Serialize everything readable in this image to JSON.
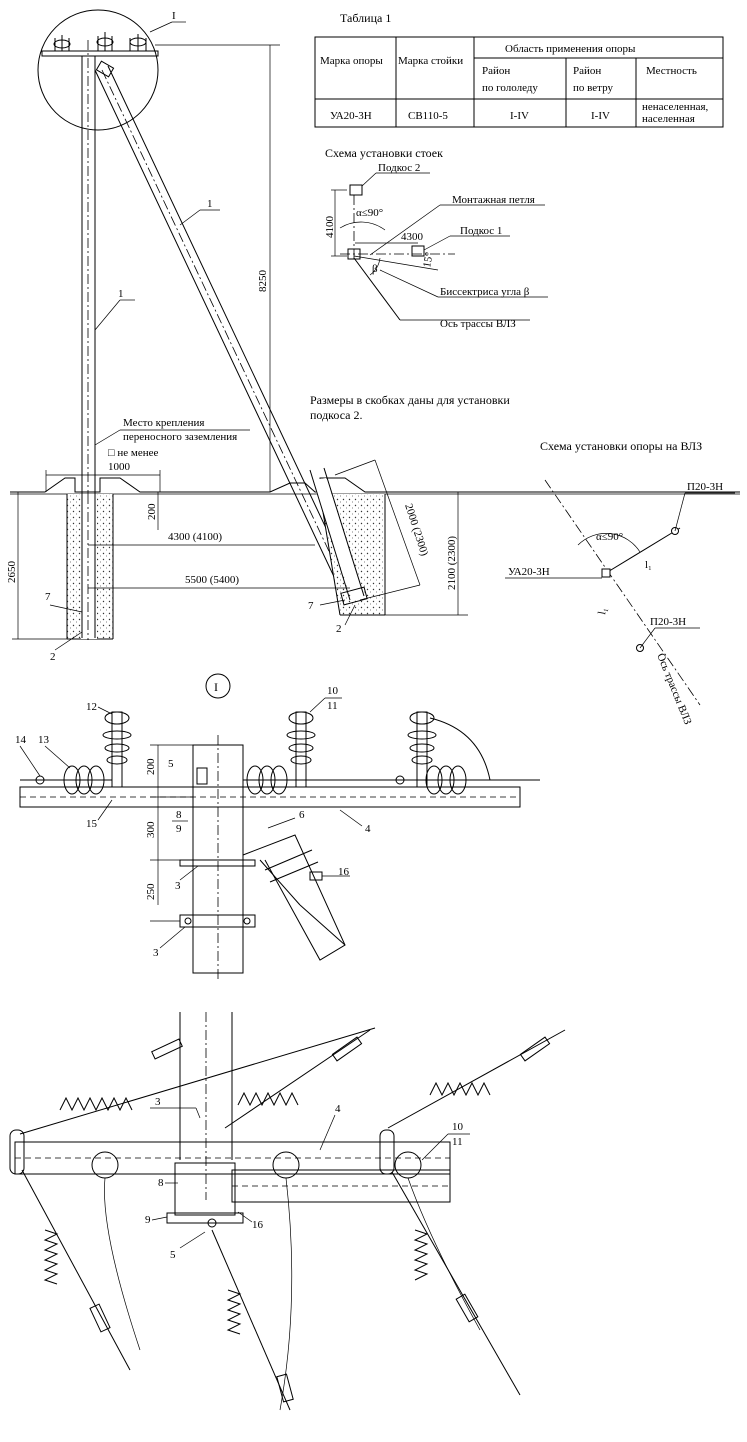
{
  "table": {
    "caption": "Таблица 1",
    "headers": {
      "brand": "Марка опоры",
      "rack": "Марка стойки",
      "area": "Область применения опоры",
      "ice": [
        "Район",
        "по гололеду"
      ],
      "wind": [
        "Район",
        "по ветру"
      ],
      "terrain": "Местность"
    },
    "row": {
      "brand": "УА20-3Н",
      "rack": "СВ110-5",
      "ice": "I-IV",
      "wind": "I-IV",
      "terrain": [
        "ненаселенная,",
        "населенная"
      ]
    }
  },
  "scheme_racks": {
    "title": "Схема установки стоек",
    "brace2": "Подкос 2",
    "brace1": "Подкос 1",
    "loop": "Монтажная петля",
    "alpha": "α≤90°",
    "beta": "β",
    "bisector": "Биссектриса угла  β",
    "axis": "Ось трассы ВЛЗ",
    "dim_4100": "4100",
    "dim_4300": "4300",
    "angle_15": "15°"
  },
  "note": [
    "Размеры в скобках даны для установки",
    "подкоса 2."
  ],
  "scheme_line": {
    "title": "Схема установки опоры на ВЛЗ",
    "support_top": "П20-3Н",
    "support_mid": "УА20-3Н",
    "support_bottom": "П20-3Н",
    "alpha": "α≤90°",
    "l1a": "l₁",
    "l1b": "l₁",
    "axis": "Ось трассы ВЛЗ"
  },
  "elevation": {
    "node_label": "I",
    "pos1a": "1",
    "pos1b": "1",
    "pos2a": "2",
    "pos2b": "2",
    "pos7a": "7",
    "pos7b": "7",
    "ground_label": [
      "Место крепления",
      "переносного заземления"
    ],
    "min_text": "□ не менее",
    "dim_1000": "1000",
    "dim_200": "200",
    "dim_2650": "2650",
    "dim_8250": "8250",
    "dim_4300": "4300 (4100)",
    "dim_5500": "5500 (5400)",
    "dim_2000": "2000 (2300)",
    "dim_2100": "2100 (2300)"
  },
  "node": {
    "label": "I",
    "p12": "12",
    "p10": "10",
    "p11": "11",
    "p14": "14",
    "p13": "13",
    "p15": "15",
    "p5": "5",
    "p8": "8",
    "p9": "9",
    "p4": "4",
    "p6": "6",
    "p3a": "3",
    "p3b": "3",
    "p16": "16",
    "d200": "200",
    "d300": "300",
    "d250": "250"
  },
  "plan": {
    "p3": "3",
    "p4": "4",
    "p8": "8",
    "p9": "9",
    "p5": "5",
    "p16": "16",
    "p10": "10",
    "p11": "11"
  }
}
